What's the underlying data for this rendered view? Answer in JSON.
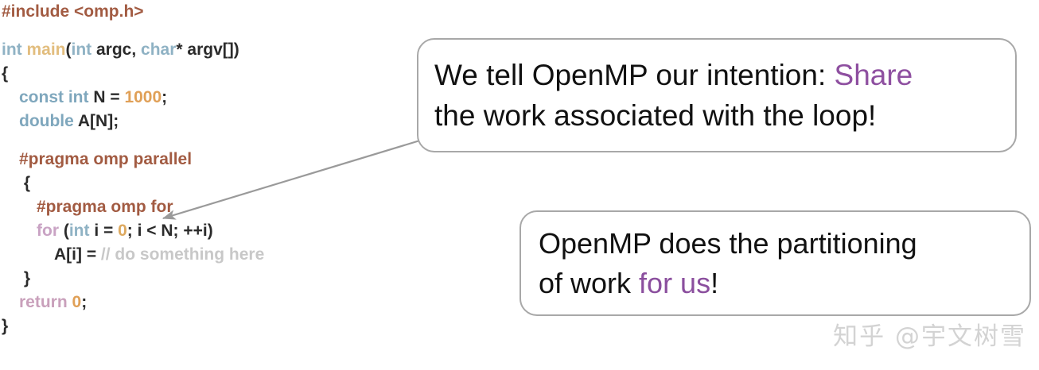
{
  "code": {
    "language": "C/C++ with OpenMP",
    "lines": [
      {
        "indent": 0,
        "tokens": [
          {
            "text": "#include <omp.h>",
            "style": "pragma"
          }
        ]
      },
      {
        "indent": 0,
        "tokens": []
      },
      {
        "indent": 0,
        "tokens": [
          {
            "text": "int",
            "style": "type"
          },
          {
            "text": " ",
            "style": "plain"
          },
          {
            "text": "main",
            "style": "func"
          },
          {
            "text": "(",
            "style": "plain"
          },
          {
            "text": "int",
            "style": "type"
          },
          {
            "text": " argc, ",
            "style": "plain"
          },
          {
            "text": "char",
            "style": "type"
          },
          {
            "text": "* argv[])",
            "style": "plain"
          }
        ]
      },
      {
        "indent": 0,
        "tokens": [
          {
            "text": "{",
            "style": "brace"
          }
        ]
      },
      {
        "indent": 1,
        "tokens": [
          {
            "text": "const int",
            "style": "type2"
          },
          {
            "text": " N = ",
            "style": "plain"
          },
          {
            "text": "1000",
            "style": "num"
          },
          {
            "text": ";",
            "style": "plain"
          }
        ]
      },
      {
        "indent": 1,
        "tokens": [
          {
            "text": "double",
            "style": "type2"
          },
          {
            "text": " A[N];",
            "style": "plain"
          }
        ]
      },
      {
        "indent": 0,
        "tokens": []
      },
      {
        "indent": 1,
        "tokens": [
          {
            "text": "#pragma omp parallel",
            "style": "pragma"
          }
        ]
      },
      {
        "indent": 1,
        "tokens": [
          {
            "text": " {",
            "style": "brace"
          }
        ]
      },
      {
        "indent": 2,
        "tokens": [
          {
            "text": "#pragma omp for",
            "style": "pragma"
          }
        ]
      },
      {
        "indent": 2,
        "tokens": [
          {
            "text": "for",
            "style": "kw"
          },
          {
            "text": " (",
            "style": "plain"
          },
          {
            "text": "int",
            "style": "type"
          },
          {
            "text": " i = ",
            "style": "plain"
          },
          {
            "text": "0",
            "style": "num2"
          },
          {
            "text": "; i < N; ++i)",
            "style": "plain"
          }
        ]
      },
      {
        "indent": 3,
        "tokens": [
          {
            "text": "A[i] = ",
            "style": "plain"
          },
          {
            "text": "// do something here",
            "style": "comment"
          }
        ]
      },
      {
        "indent": 1,
        "tokens": [
          {
            "text": " }",
            "style": "brace"
          }
        ]
      },
      {
        "indent": 1,
        "tokens": [
          {
            "text": "return",
            "style": "kw2"
          },
          {
            "text": " ",
            "style": "plain"
          },
          {
            "text": "0",
            "style": "num"
          },
          {
            "text": ";",
            "style": "plain"
          }
        ]
      },
      {
        "indent": 0,
        "tokens": [
          {
            "text": "}",
            "style": "brace"
          }
        ]
      }
    ]
  },
  "callouts": {
    "share": {
      "line1_plain": "We tell OpenMP our intention: ",
      "line1_highlight": "Share",
      "line2": "the work associated with the loop!"
    },
    "partition": {
      "line1": "OpenMP does the partitioning",
      "line2_plain": "of work ",
      "line2_highlight": "for us",
      "line2_end": "!"
    }
  },
  "watermark": {
    "text": "知乎 @宇文树雪"
  },
  "colors": {
    "pragma": "#a25b42",
    "type": "#8fb2c4",
    "func": "#e2bd7e",
    "number": "#e0a057",
    "keyword": "#c9a3c4",
    "comment": "#c8c8c8",
    "highlight_purple": "#8e4fa0",
    "box_border": "#a8a8a8",
    "arrow": "#9a9a9a",
    "watermark": "#d3d3d3"
  }
}
